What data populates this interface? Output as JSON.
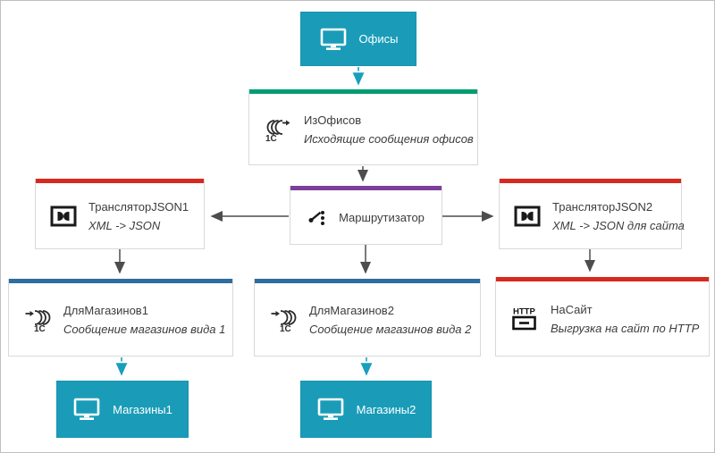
{
  "diagram_title": "1C exchange routing flow",
  "colors": {
    "external_node": "#1a9cb8",
    "accent_green": "#009e73",
    "accent_red": "#d8291f",
    "accent_blue": "#2e6d9e",
    "accent_purple": "#7d3f9c",
    "arrow_gray": "#4d4d4d",
    "arrow_cyan": "#189fbd",
    "node_border": "#d9d9d9",
    "text": "#3c3c3c"
  },
  "nodes": {
    "offices": {
      "label": "Офисы",
      "icon": "monitor-icon"
    },
    "iz_ofisov": {
      "label": "ИзОфисов",
      "subtitle": "Исходящие сообщения офисов",
      "icon": "1c-outgoing-message-icon"
    },
    "translator_json1": {
      "label": "ТрансляторJSON1",
      "subtitle": "XML -> JSON",
      "icon": "translator-icon"
    },
    "router": {
      "label": "Маршрутизатор",
      "icon": "router-icon"
    },
    "translator_json2": {
      "label": "ТрансляторJSON2",
      "subtitle": "XML -> JSON для сайта",
      "icon": "translator-icon"
    },
    "dlya_magazinov1": {
      "label": "ДляМагазинов1",
      "subtitle": "Сообщение магазинов вида 1",
      "icon": "1c-incoming-message-icon"
    },
    "dlya_magazinov2": {
      "label": "ДляМагазинов2",
      "subtitle": "Сообщение магазинов вида 2",
      "icon": "1c-incoming-message-icon"
    },
    "na_sait": {
      "label": "НаСайт",
      "subtitle": "Выгрузка на сайт по HTTP",
      "icon": "http-icon"
    },
    "magaziny1": {
      "label": "Магазины1",
      "icon": "monitor-icon"
    },
    "magaziny2": {
      "label": "Магазины2",
      "icon": "monitor-icon"
    }
  },
  "edges": [
    {
      "from": "offices",
      "to": "iz_ofisov",
      "style": "dashed-cyan"
    },
    {
      "from": "iz_ofisov",
      "to": "router",
      "style": "solid-gray"
    },
    {
      "from": "router",
      "to": "translator_json1",
      "style": "solid-gray"
    },
    {
      "from": "router",
      "to": "translator_json2",
      "style": "solid-gray"
    },
    {
      "from": "translator_json1",
      "to": "dlya_magazinov1",
      "style": "solid-gray"
    },
    {
      "from": "router",
      "to": "dlya_magazinov2",
      "style": "solid-gray"
    },
    {
      "from": "translator_json2",
      "to": "na_sait",
      "style": "solid-gray"
    },
    {
      "from": "dlya_magazinov1",
      "to": "magaziny1",
      "style": "dashed-cyan"
    },
    {
      "from": "dlya_magazinov2",
      "to": "magaziny2",
      "style": "dashed-cyan"
    }
  ]
}
